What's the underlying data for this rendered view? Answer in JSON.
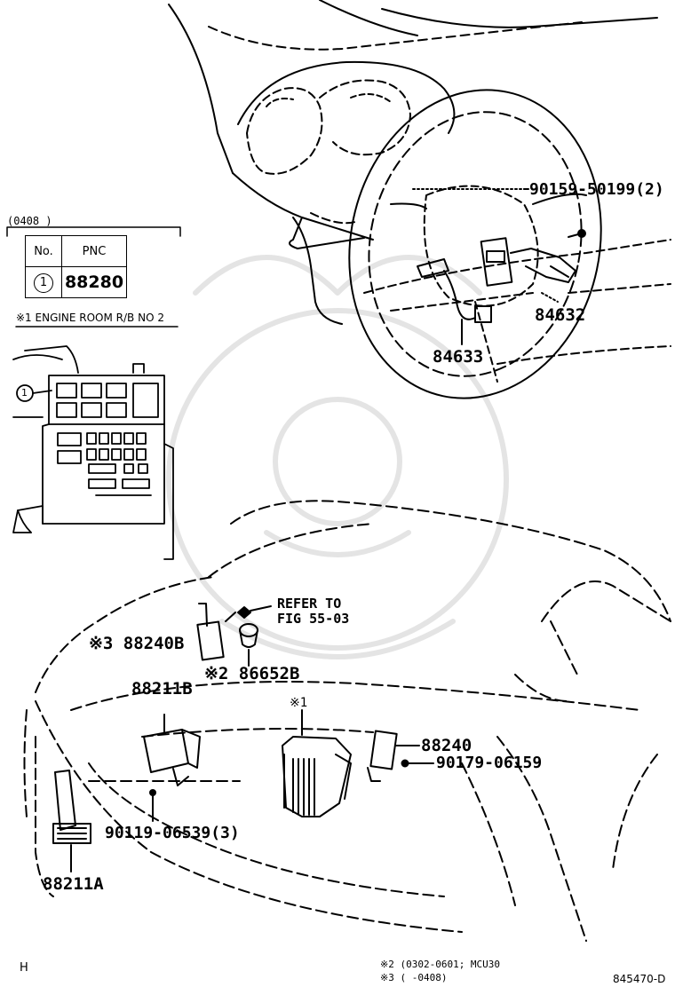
{
  "table": {
    "header_range": "(0408      )",
    "col_no": "No.",
    "col_pnc": "PNC",
    "row_no": "1",
    "row_pnc": "88280"
  },
  "note_engine_room": "※1 ENGINE ROOM R/B NO 2",
  "callout_1": "1",
  "labels": {
    "p90159": "90159-50199(2)",
    "p84632": "84632",
    "p84633": "84633",
    "refer1": "REFER TO",
    "refer2": "FIG 55-03",
    "p88240B": "※3 88240B",
    "p86652B": "※2 86652B",
    "p88211B": "88211B",
    "mark1": "※1",
    "p88240": "88240",
    "p90179": "90179-06159",
    "p90119": "90119-06539(3)",
    "p88211A": "88211A"
  },
  "footnotes": {
    "n2": "※2 (0302-0601; MCU30",
    "n3": "※3 (      -0408)"
  },
  "corner_left": "H",
  "drawing_id": "845470-D"
}
